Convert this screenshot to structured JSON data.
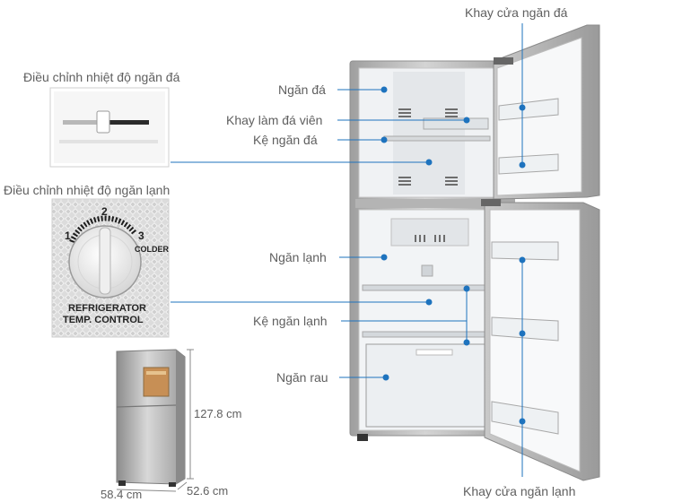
{
  "labels": {
    "freezer_door_tray": "Khay cửa ngăn đá",
    "freezer_temp_control": "Điều chỉnh nhiệt độ ngăn đá",
    "freezer_compartment": "Ngăn đá",
    "ice_tray": "Khay làm đá viên",
    "freezer_shelf": "Kệ ngăn đá",
    "fridge_temp_control": "Điều chỉnh nhiệt độ ngăn lạnh",
    "fridge_compartment": "Ngăn lạnh",
    "fridge_shelf": "Kệ ngăn lạnh",
    "vegetable_drawer": "Ngăn rau",
    "fridge_door_tray": "Khay cửa ngăn lạnh"
  },
  "dial": {
    "ticks": [
      "1",
      "2",
      "3"
    ],
    "colder": "COLDER",
    "caption_line1": "REFRIGERATOR",
    "caption_line2": "TEMP. CONTROL"
  },
  "dimensions": {
    "height": "127.8 cm",
    "width": "58.4 cm",
    "depth": "52.6 cm"
  },
  "colors": {
    "accent_blue": "#1e73be",
    "fridge_silver": "#b9b9b9",
    "interior": "#f2f4f6"
  }
}
